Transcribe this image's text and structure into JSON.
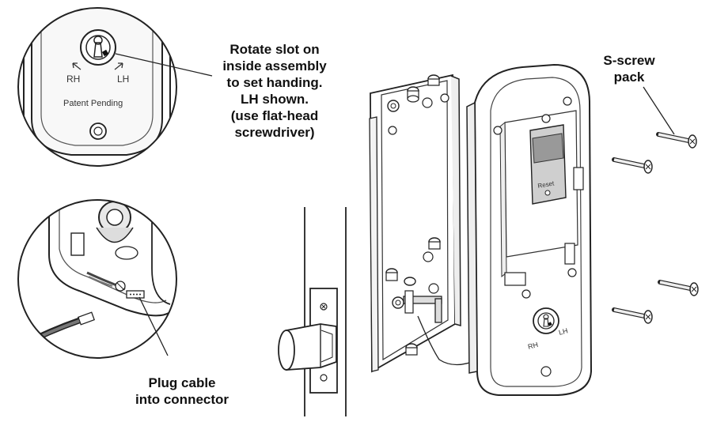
{
  "callouts": {
    "handing": {
      "lines": [
        "Rotate slot on",
        "inside assembly",
        "to set  handing.",
        "LH shown.",
        "(use flat-head",
        "screwdriver)"
      ]
    },
    "screws": {
      "lines": [
        "S-screw",
        "pack"
      ]
    },
    "cable": {
      "lines": [
        "Plug cable",
        "into connector"
      ]
    }
  },
  "detail_top": {
    "rh_label": "RH",
    "lh_label": "LH",
    "patent_text": "Patent Pending"
  },
  "assembly": {
    "reset_label": "Reset",
    "rh_label": "RH",
    "lh_label": "LH"
  }
}
